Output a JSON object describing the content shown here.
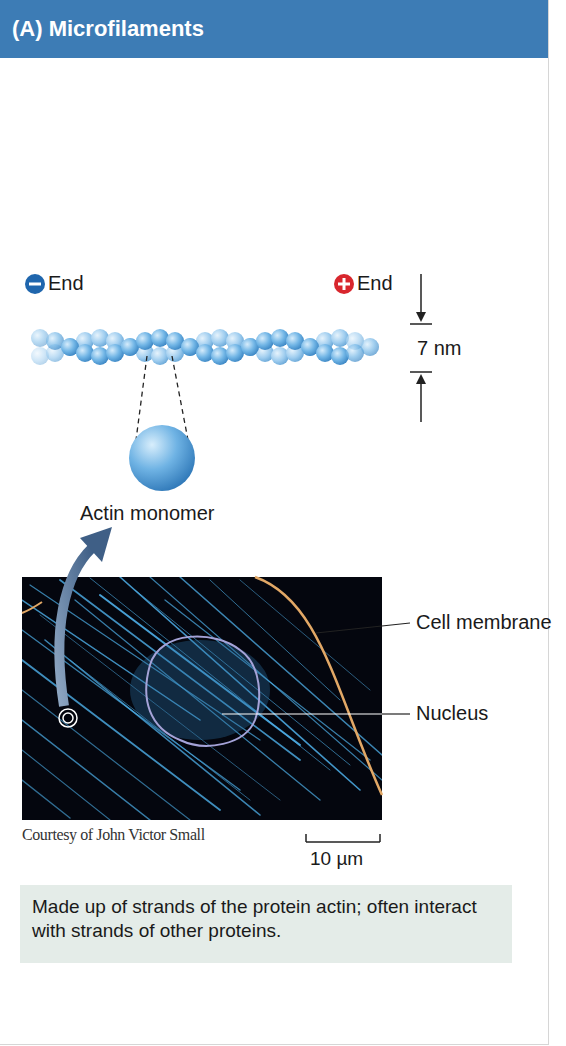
{
  "diagram": {
    "title": "(A) Microfilaments",
    "nodes": [
      {
        "text": [
          "Made up of strands of the protein actin; often interact with strands of other proteins."
        ]
      }
    ],
    "labels": [
      "End",
      "End",
      "7 nm",
      "Actin monomer",
      "Cell membrane",
      "Nucleus",
      "Courtesy of John Victor Small",
      "10 µm"
    ]
  }
}
